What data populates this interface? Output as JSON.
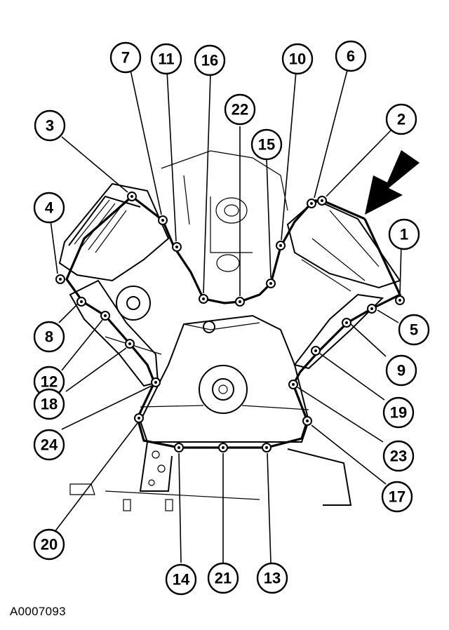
{
  "figure_id": "A0007093",
  "callouts": [
    "1",
    "2",
    "3",
    "4",
    "5",
    "6",
    "7",
    "8",
    "9",
    "10",
    "11",
    "12",
    "13",
    "14",
    "15",
    "16",
    "17",
    "18",
    "19",
    "20",
    "21",
    "22",
    "23",
    "24"
  ],
  "colors": {
    "ink": "#000000",
    "paper": "#ffffff"
  },
  "icons": {
    "view_direction": "arrow-icon"
  }
}
